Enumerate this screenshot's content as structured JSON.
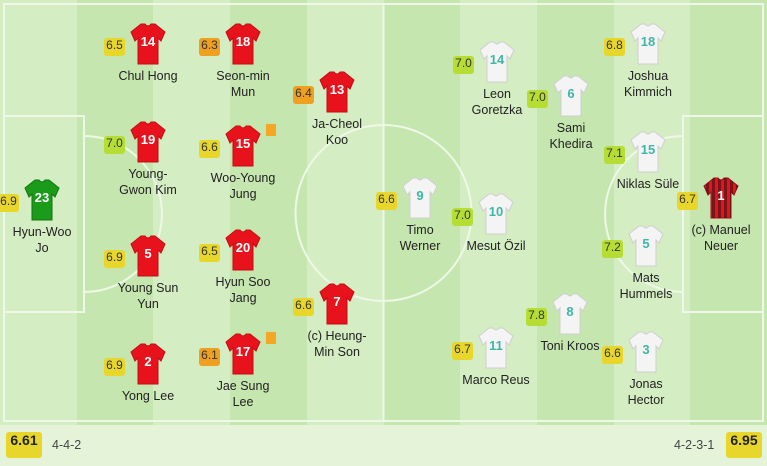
{
  "home": {
    "team_rating": "6.61",
    "formation": "4-4-2",
    "players": [
      {
        "key": "jo",
        "number": "23",
        "name": "Hyun-Woo\nJo",
        "rating": "6.9",
        "kit": "gk-green"
      },
      {
        "key": "hong",
        "number": "14",
        "name": "Chul Hong",
        "rating": "6.5",
        "kit": "red"
      },
      {
        "key": "kim",
        "number": "19",
        "name": "Young-\nGwon Kim",
        "rating": "7.0",
        "kit": "red"
      },
      {
        "key": "yun",
        "number": "5",
        "name": "Young Sun\nYun",
        "rating": "6.9",
        "kit": "red"
      },
      {
        "key": "lee",
        "number": "2",
        "name": "Yong Lee",
        "rating": "6.9",
        "kit": "red"
      },
      {
        "key": "mun",
        "number": "18",
        "name": "Seon-min\nMun",
        "rating": "6.3",
        "kit": "red"
      },
      {
        "key": "jung",
        "number": "15",
        "name": "Woo-Young\nJung",
        "rating": "6.6",
        "kit": "red",
        "yellow_card": true
      },
      {
        "key": "jang",
        "number": "20",
        "name": "Hyun Soo\nJang",
        "rating": "6.5",
        "kit": "red"
      },
      {
        "key": "jslee",
        "number": "17",
        "name": "Jae Sung\nLee",
        "rating": "6.1",
        "kit": "red",
        "yellow_card": true
      },
      {
        "key": "koo",
        "number": "13",
        "name": "Ja-Cheol\nKoo",
        "rating": "6.4",
        "kit": "red"
      },
      {
        "key": "son",
        "number": "7",
        "name": "(c) Heung-\nMin Son",
        "rating": "6.6",
        "kit": "red"
      }
    ]
  },
  "away": {
    "team_rating": "6.95",
    "formation": "4-2-3-1",
    "players": [
      {
        "key": "werner",
        "number": "9",
        "name": "Timo\nWerner",
        "rating": "6.6",
        "kit": "white"
      },
      {
        "key": "goretzka",
        "number": "14",
        "name": "Leon\nGoretzka",
        "rating": "7.0",
        "kit": "white"
      },
      {
        "key": "ozil",
        "number": "10",
        "name": "Mesut Özil",
        "rating": "7.0",
        "kit": "white"
      },
      {
        "key": "reus",
        "number": "11",
        "name": "Marco Reus",
        "rating": "6.7",
        "kit": "white"
      },
      {
        "key": "khedira",
        "number": "6",
        "name": "Sami\nKhedira",
        "rating": "7.0",
        "kit": "white"
      },
      {
        "key": "kroos",
        "number": "8",
        "name": "Toni Kroos",
        "rating": "7.8",
        "kit": "white"
      },
      {
        "key": "kimmich",
        "number": "18",
        "name": "Joshua\nKimmich",
        "rating": "6.8",
        "kit": "white"
      },
      {
        "key": "sule",
        "number": "15",
        "name": "Niklas Süle",
        "rating": "7.1",
        "kit": "white"
      },
      {
        "key": "hummels",
        "number": "5",
        "name": "Mats\nHummels",
        "rating": "7.2",
        "kit": "white"
      },
      {
        "key": "hector",
        "number": "3",
        "name": "Jonas\nHector",
        "rating": "6.6",
        "kit": "white"
      },
      {
        "key": "neuer",
        "number": "1",
        "name": "(c) Manuel\nNeuer",
        "rating": "6.7",
        "kit": "gk-striped"
      }
    ]
  },
  "colors": {
    "pitch_light": "#d4edc2",
    "pitch_dark": "#c6e6b0",
    "home_kit": "#e8121c",
    "home_gk": "#1a9b1a",
    "away_kit": "#f4f4f4",
    "rating_yellow": "#e8d62a",
    "rating_green": "#b5dd33",
    "rating_orange": "#f0a020",
    "yellow_card": "#f5a623"
  }
}
